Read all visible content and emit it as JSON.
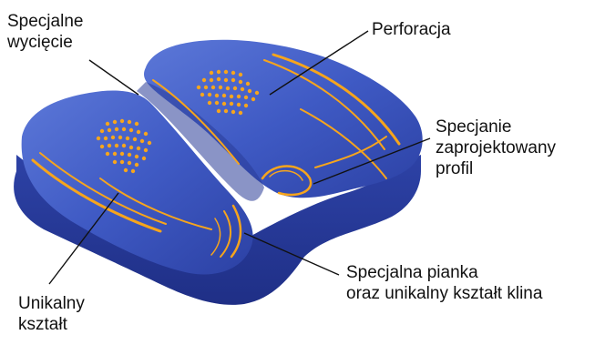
{
  "colors": {
    "cushion_dark": "#2b3f9e",
    "cushion_mid": "#3f5ac4",
    "cushion_light": "#5a76d6",
    "accent_orange": "#f7a51c",
    "leader_line": "#111111",
    "text": "#111111"
  },
  "labels": {
    "cutout": {
      "line1": "Specjalne",
      "line2": "wycięcie"
    },
    "perforation": {
      "line1": "Perforacja"
    },
    "profile": {
      "line1": "Specjanie",
      "line2": "zaprojektowany",
      "line3": "profil"
    },
    "foam": {
      "line1": "Specjalna pianka",
      "line2": "oraz unikalny kształt klina"
    },
    "shape": {
      "line1": "Unikalny",
      "line2": "kształt"
    }
  }
}
